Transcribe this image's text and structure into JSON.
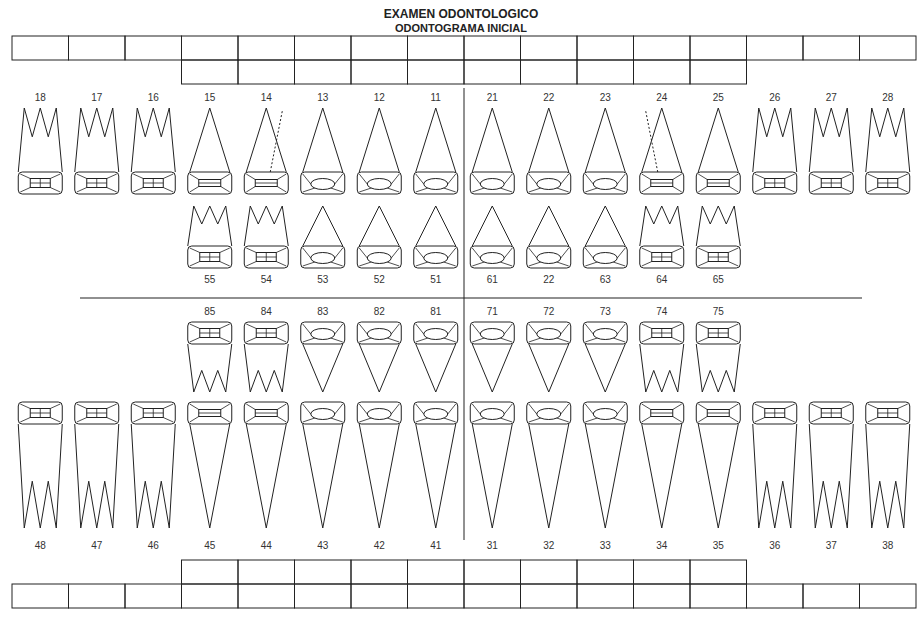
{
  "diagram": {
    "title": "EXAMEN ODONTOLOGICO",
    "labels": [
      "ODONTOGRAMA INICIAL",
      "18",
      "17",
      "16",
      "15",
      "14",
      "13",
      "12",
      "11",
      "21",
      "22",
      "23",
      "24",
      "25",
      "26",
      "27",
      "28",
      "55",
      "54",
      "53",
      "52",
      "51",
      "61",
      "22",
      "63",
      "64",
      "65",
      "85",
      "84",
      "83",
      "82",
      "81",
      "71",
      "72",
      "73",
      "74",
      "75",
      "48",
      "47",
      "46",
      "45",
      "44",
      "43",
      "42",
      "41",
      "31",
      "32",
      "33",
      "34",
      "35",
      "36",
      "37",
      "38"
    ]
  }
}
